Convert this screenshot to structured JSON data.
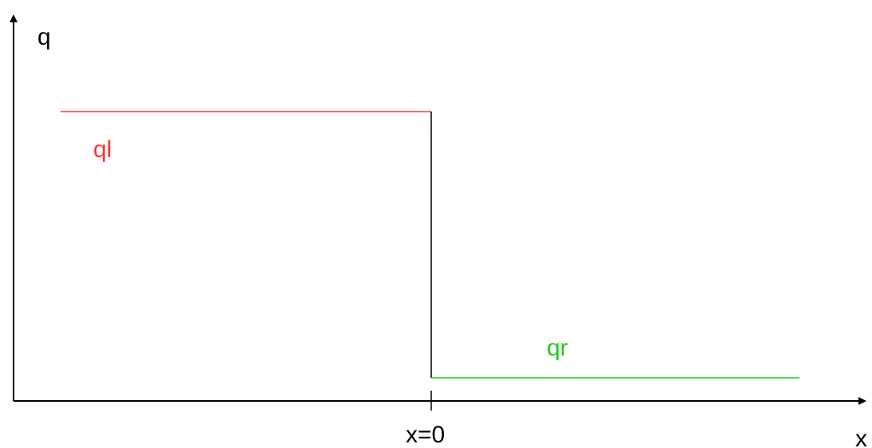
{
  "axes": {
    "y_label": "q",
    "x_label": "x",
    "origin_tick_label": "x=0"
  },
  "states": {
    "left": {
      "label": "ql",
      "color": "#ff3333"
    },
    "right": {
      "label": "qr",
      "color": "#22cc22"
    }
  },
  "colors": {
    "axis": "#000000",
    "discontinuity": "#000000"
  }
}
